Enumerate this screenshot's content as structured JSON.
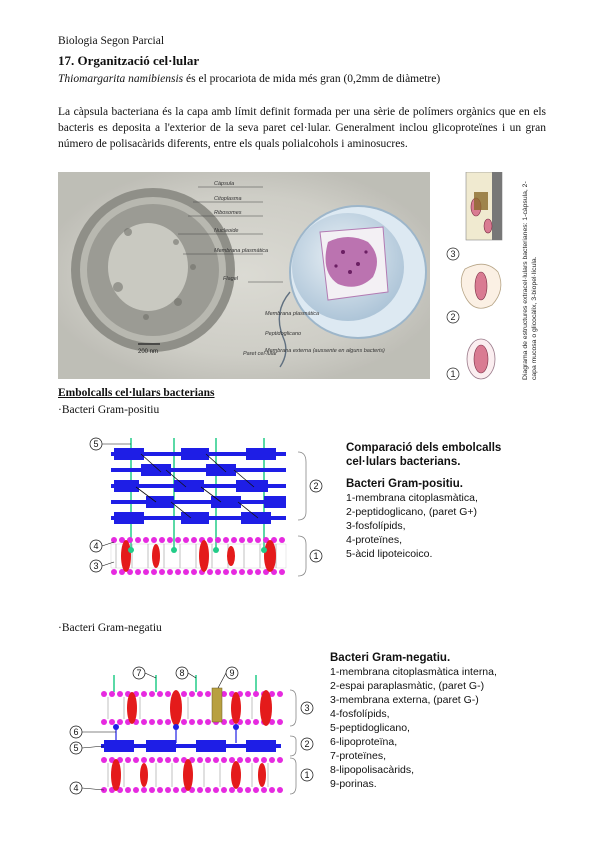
{
  "header": "Biologia Segon Parcial",
  "title": "17. Organització cel·lular",
  "subtitle": {
    "species": "Thiomargarita namibiensis",
    "rest": " és el procariota de mida més gran (0,2mm de diàmetre)"
  },
  "paragraph": "La càpsula bacteriana és la capa amb límit definit formada per una sèrie de polímers orgànics que en els bacteris es deposita a l'exterior de la seva paret cel·lular. Generalment inclou glicoproteïnes i un gran número de polisacàrids diferents, entre els quals polialcohols i aminosucres.",
  "figure1": {
    "labels": {
      "capsula": "Càpsula",
      "citoplasma": "Citoplasma",
      "ribosomes": "Ribosomes",
      "nucleoide": "Nucleoide",
      "membrana": "Membrana plasmàtica",
      "flagel": "Flagel",
      "membrana2": "Membrana plasmàtica",
      "peptido": "Peptidoglicano",
      "membrana_ext": "Membrana externa (aussente en alguns bacteris)",
      "paret": "Paret cel·lular",
      "scale": "200 nm"
    }
  },
  "figure2": {
    "caption": "Diagrama de estructures extracel·lulars bacterianes: 1-càpsula, 2-capa mucosa o glicocàlix, 3-biopel·lícula.",
    "nums": [
      "3",
      "2",
      "1"
    ]
  },
  "section_heading": "Embolcalls cel·lulars bacterians",
  "gram_pos_label": "·Bacteri Gram-positiu",
  "gram_neg_label": "·Bacteri Gram-negatiu",
  "gram_pos_legend": {
    "heading": "Comparació dels embolcalls cel·lulars bacterians.",
    "subheading": "Bacteri Gram-positiu.",
    "items": [
      "1-membrana citoplasmàtica,",
      "2-peptidoglicano, (paret G+)",
      "3-fosfolípids,",
      "4-proteïnes,",
      "5-àcid lipoteicoico."
    ],
    "markers": [
      "5",
      "2",
      "4",
      "3",
      "1"
    ]
  },
  "gram_neg_legend": {
    "subheading": "Bacteri Gram-negatiu.",
    "items": [
      "1-membrana citoplasmàtica interna,",
      "2-espai paraplasmàtic, (paret G-)",
      "3-membrana externa, (paret G-)",
      "4-fosfolípids,",
      "5-peptidoglicano,",
      "6-lipoproteïna,",
      "7-proteïnes,",
      "8-lipopolisacàrids,",
      "9-porinas."
    ],
    "markers": [
      "7",
      "8",
      "9",
      "3",
      "6",
      "5",
      "2",
      "1",
      "4"
    ]
  },
  "colors": {
    "membrane_head": "#e62ae0",
    "protein": "#e41b1b",
    "peptidoglycan": "#1e1ee6",
    "teichoic": "#22cc88",
    "porin": "#b8a040"
  }
}
